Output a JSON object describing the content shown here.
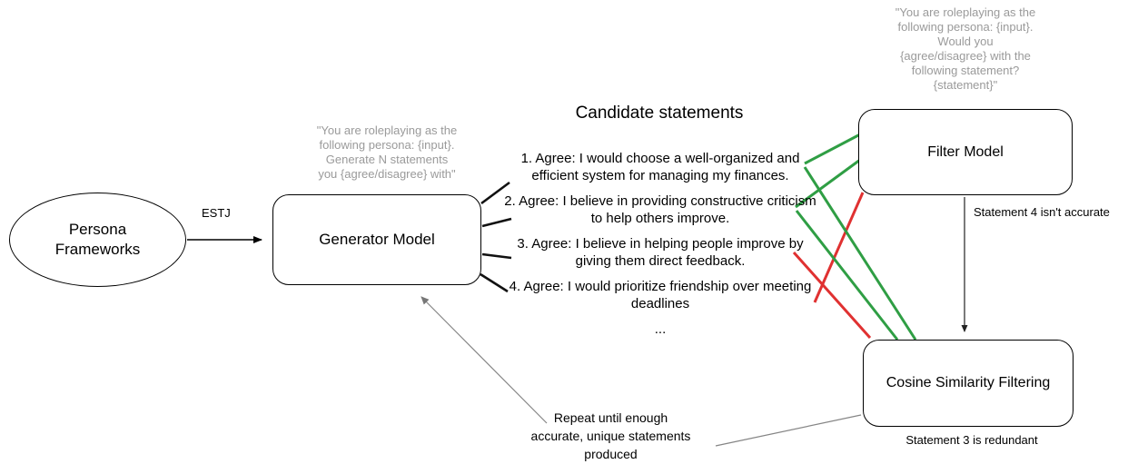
{
  "colors": {
    "accept": "#2f9e44",
    "reject": "#e03131",
    "muted": "#9a9a9a",
    "wire": "#858585"
  },
  "persona": {
    "label": "Persona\nFrameworks"
  },
  "edges": {
    "estj_label": "ESTJ"
  },
  "generator": {
    "label": "Generator Model",
    "prompt": "\"You are roleplaying as the\nfollowing persona: {input}.\nGenerate N statements\nyou {agree/disagree} with\""
  },
  "filter": {
    "label": "Filter Model",
    "prompt": "\"You are roleplaying as the\nfollowing persona: {input}.\nWould you\n{agree/disagree} with the\nfollowing statement?\n{statement}\"",
    "note": "Statement 4 isn't accurate"
  },
  "cosine": {
    "label": "Cosine Similarity Filtering",
    "note": "Statement 3 is redundant"
  },
  "candidates": {
    "title": "Candidate statements",
    "statements": [
      "1. Agree: I would choose a well-organized and efficient system for managing my finances.",
      "2. Agree: I believe in providing constructive criticism to help others improve.",
      "3. Agree: I believe in helping people improve by giving them direct feedback.",
      "4. Agree: I would prioritize friendship over meeting deadlines",
      "..."
    ]
  },
  "repeat_note": "Repeat until enough\naccurate, unique statements\nproduced"
}
